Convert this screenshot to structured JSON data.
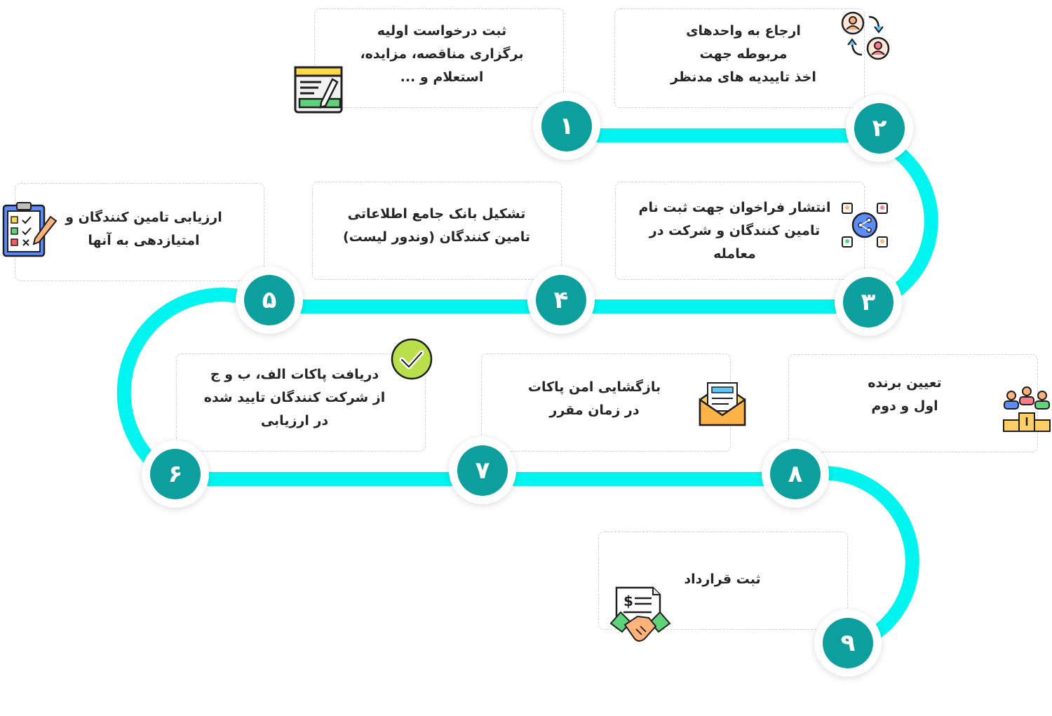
{
  "colors": {
    "track": "#00f5f0",
    "badge": "#0d9e9e",
    "card_border": "#cfcfcf",
    "text": "#262626"
  },
  "steps": [
    {
      "num": "۱",
      "lines": [
        "ثبت درخواست اولیه",
        "برگزاری مناقصه، مزایده،",
        "استعلام و ..."
      ],
      "icon": "form-edit-icon"
    },
    {
      "num": "۲",
      "lines": [
        "ارجاع به واحدهای",
        "مربوطه جهت",
        "اخذ تاییدیه های مدنظر"
      ],
      "icon": "user-exchange-icon"
    },
    {
      "num": "۳",
      "lines": [
        "انتشار فراخوان جهت ثبت نام",
        "تامین کنندگان و شرکت در",
        "معامله"
      ],
      "icon": "network-share-icon"
    },
    {
      "num": "۴",
      "lines": [
        "تشکیل بانک جامع اطلاعاتی",
        "تامین کنندگان (وندور لیست)"
      ],
      "icon": "none"
    },
    {
      "num": "۵",
      "lines": [
        "ارزیابی تامین کنندگان و",
        "امتیازدهی به آنها"
      ],
      "icon": "checklist-icon"
    },
    {
      "num": "۶",
      "lines": [
        "دریافت پاکات الف، ب و ج",
        "از شرکت کنندگان تایید شده",
        "در ارزیابی"
      ],
      "icon": "check-circle-icon"
    },
    {
      "num": "۷",
      "lines": [
        "بازگشایی امن پاکات",
        "در زمان مقرر"
      ],
      "icon": "envelope-icon"
    },
    {
      "num": "۸",
      "lines": [
        "تعیین برنده",
        "اول و دوم"
      ],
      "icon": "podium-icon"
    },
    {
      "num": "۹",
      "lines": [
        "ثبت قرارداد"
      ],
      "icon": "contract-handshake-icon"
    }
  ]
}
